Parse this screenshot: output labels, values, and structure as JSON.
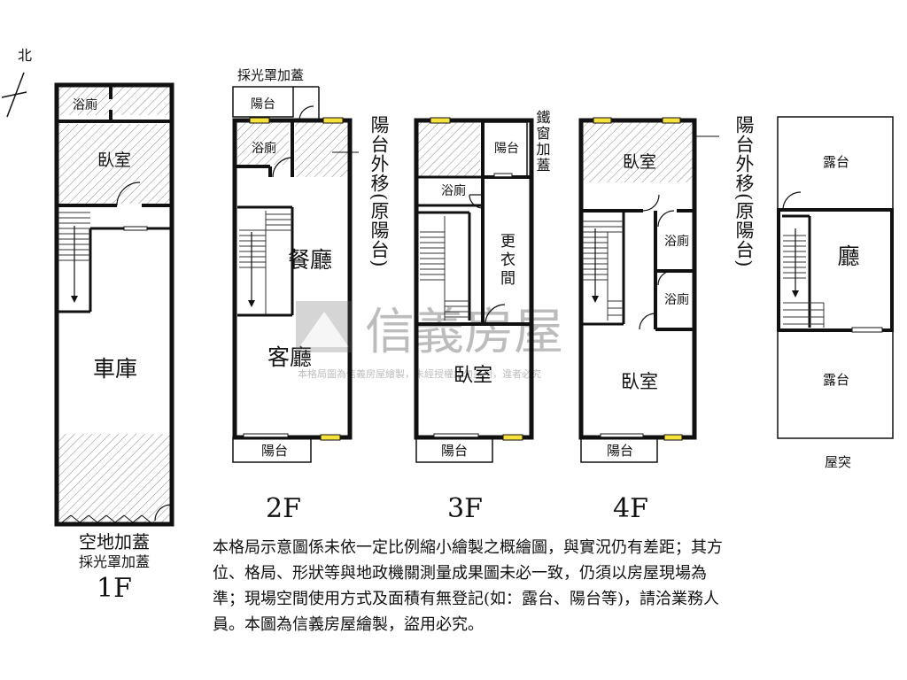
{
  "compass": {
    "label": "北"
  },
  "floors": {
    "f1": {
      "label": "1F",
      "rooms": {
        "bath": "浴廁",
        "bedroom": "臥室",
        "garage": "車庫"
      },
      "notes": {
        "empty_lot": "空地加蓋",
        "skylight": "採光罩加蓋"
      }
    },
    "f2": {
      "label": "2F",
      "top_note": "採光罩加蓋",
      "side_note": "陽台外移(原陽台)",
      "rooms": {
        "balcony_top": "陽台",
        "bath": "浴廁",
        "dining": "餐廳",
        "living": "客廳",
        "balcony_bottom": "陽台"
      }
    },
    "f3": {
      "label": "3F",
      "side_note": "鐵窗加蓋",
      "rooms": {
        "balcony_top": "陽台",
        "bath": "浴廁",
        "closet": "更衣間",
        "bedroom": "臥室",
        "balcony_bottom": "陽台"
      }
    },
    "f4": {
      "label": "4F",
      "side_note": "陽台外移(原陽台)",
      "rooms": {
        "bedroom_top": "臥室",
        "bath_1": "浴廁",
        "bath_2": "浴廁",
        "bedroom_bottom": "臥室",
        "balcony_bottom": "陽台"
      }
    },
    "roof": {
      "label": "屋突",
      "rooms": {
        "terrace_top": "露台",
        "hall": "廳",
        "terrace_bottom": "露台"
      }
    }
  },
  "watermark": {
    "brand": "信義房屋",
    "fine_print": "本格局圖為信義房屋繪製，未經授權請勿盜用，違者必究"
  },
  "disclaimer": [
    "本格局示意圖係未依一定比例縮小繪製之概繪圖，與實況仍有差距；其方",
    "位、格局、形狀等與地政機關測量成果圖未必一致，仍須以房屋現場為",
    "準；現場空間使用方式及面積有無登記(如：露台、陽台等)，請洽業務人",
    "員。本圖為信義房屋繪製，盜用必究。"
  ]
}
